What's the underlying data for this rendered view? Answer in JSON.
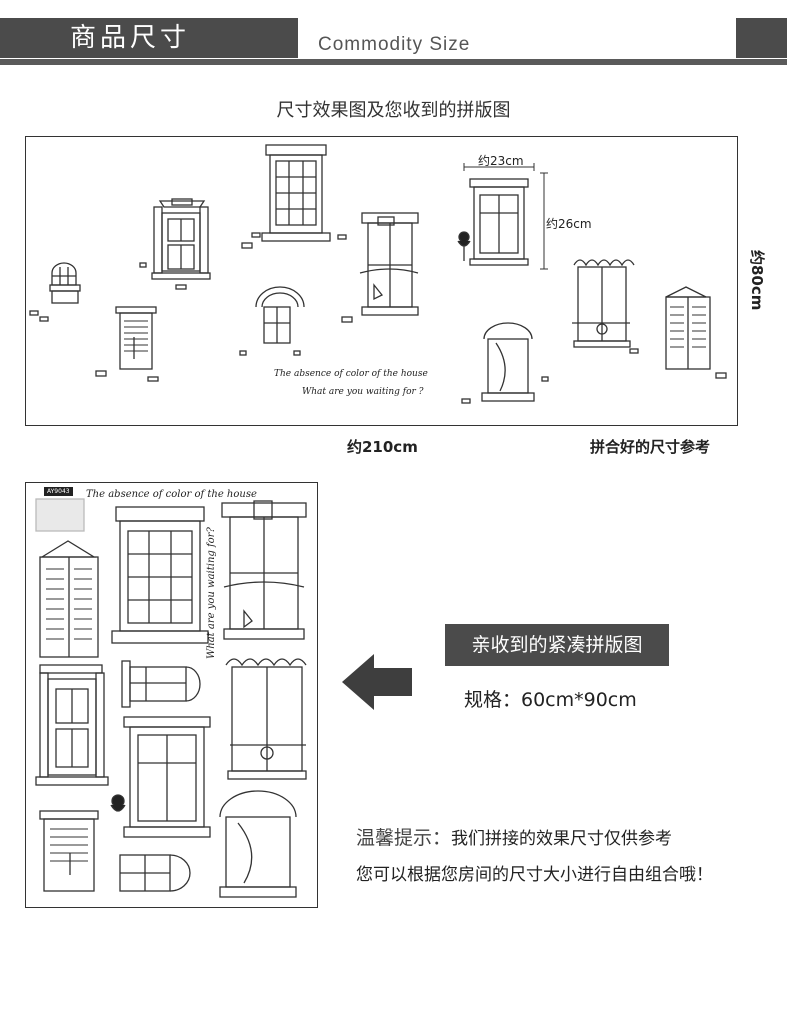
{
  "header": {
    "title": "商品尺寸",
    "subtitle": "Commodity Size"
  },
  "section1": {
    "caption": "尺寸效果图及您收到的拼版图",
    "dim_top": "约23cm",
    "dim_side": "约26cm",
    "dim_height": "约80cm",
    "dim_width": "约210cm",
    "assembled_caption": "拼合好的尺寸参考",
    "script_line1": "The absence of color of the house",
    "script_line2": "What are you waiting for ?"
  },
  "section2": {
    "badge": "AY9043",
    "script_line1": "The absence of color of the house",
    "script_line2": "What are you waiting for?",
    "compact_label": "亲收到的紧凑拼版图",
    "spec": "规格：60cm*90cm",
    "tip_lead": "温馨提示：",
    "tip_text1": "我们拼接的效果尺寸仅供参考",
    "tip_text2": "您可以根据您房间的尺寸大小进行自由组合哦！"
  },
  "colors": {
    "band": "#4b4b4b",
    "line": "#333333"
  }
}
